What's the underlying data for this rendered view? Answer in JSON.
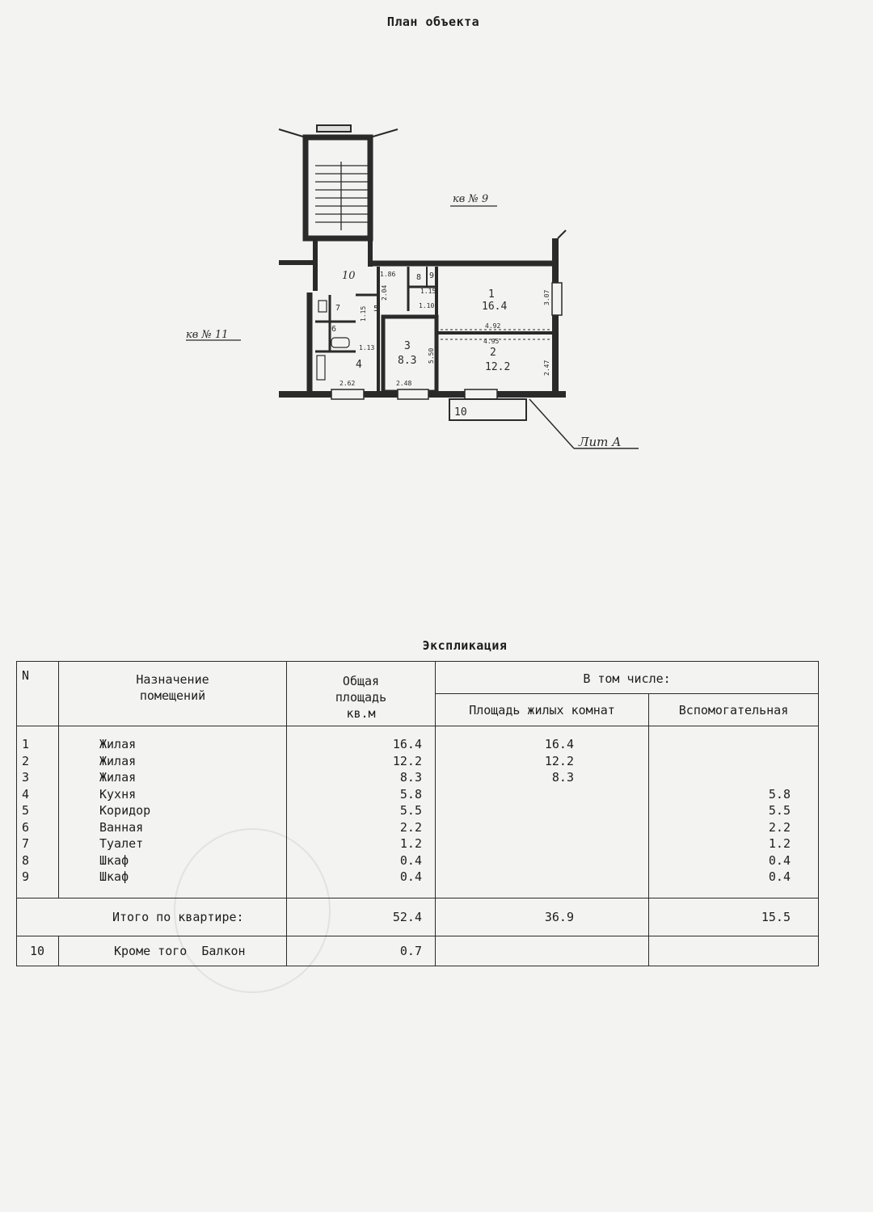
{
  "page": {
    "title": "План объекта"
  },
  "plan": {
    "neighbor_top": "кв № 9",
    "neighbor_left": "кв № 11",
    "building_letter": "Лит А",
    "room_labels": [
      {
        "num": "1",
        "area": "16.4"
      },
      {
        "num": "2",
        "area": "12.2"
      },
      {
        "num": "3",
        "area": "8.3"
      },
      {
        "num": "4",
        "area": ""
      },
      {
        "num": "5",
        "area": ""
      },
      {
        "num": "6",
        "area": ""
      },
      {
        "num": "7",
        "area": ""
      },
      {
        "num": "8",
        "area": ""
      },
      {
        "num": "9",
        "area": ""
      },
      {
        "num": "10",
        "area": ""
      }
    ],
    "balcony_label": "10",
    "dimensions": [
      "1.86",
      "2.04",
      "1.15",
      "1.10",
      "3.07",
      "4.92",
      "4.95",
      "2.47",
      "5.50",
      "2.62",
      "2.48",
      "1.15",
      "1.13"
    ]
  },
  "explication": {
    "title": "Экспликация",
    "headers": {
      "n": "N",
      "name_l1": "Назначение",
      "name_l2": "помещений",
      "area_l1": "Общая",
      "area_l2": "площадь",
      "area_l3": "кв.м",
      "including": "В том числе:",
      "living": "Площадь жилых комнат",
      "auxiliary": "Вспомогательная"
    },
    "rows": [
      {
        "n": "1",
        "name": "Жилая",
        "area": "16.4",
        "living": "16.4",
        "aux": ""
      },
      {
        "n": "2",
        "name": "Жилая",
        "area": "12.2",
        "living": "12.2",
        "aux": ""
      },
      {
        "n": "3",
        "name": "Жилая",
        "area": "8.3",
        "living": "8.3",
        "aux": ""
      },
      {
        "n": "4",
        "name": "Кухня",
        "area": "5.8",
        "living": "",
        "aux": "5.8"
      },
      {
        "n": "5",
        "name": "Коридор",
        "area": "5.5",
        "living": "",
        "aux": "5.5"
      },
      {
        "n": "6",
        "name": "Ванная",
        "area": "2.2",
        "living": "",
        "aux": "2.2"
      },
      {
        "n": "7",
        "name": "Туалет",
        "area": "1.2",
        "living": "",
        "aux": "1.2"
      },
      {
        "n": "8",
        "name": "Шкаф",
        "area": "0.4",
        "living": "",
        "aux": "0.4"
      },
      {
        "n": "9",
        "name": "Шкаф",
        "area": "0.4",
        "living": "",
        "aux": "0.4"
      }
    ],
    "total": {
      "label": "Итого по квартире:",
      "area": "52.4",
      "living": "36.9",
      "aux": "15.5"
    },
    "extra": {
      "n": "10",
      "label": "Кроме того  Балкон",
      "area": "0.7"
    }
  }
}
